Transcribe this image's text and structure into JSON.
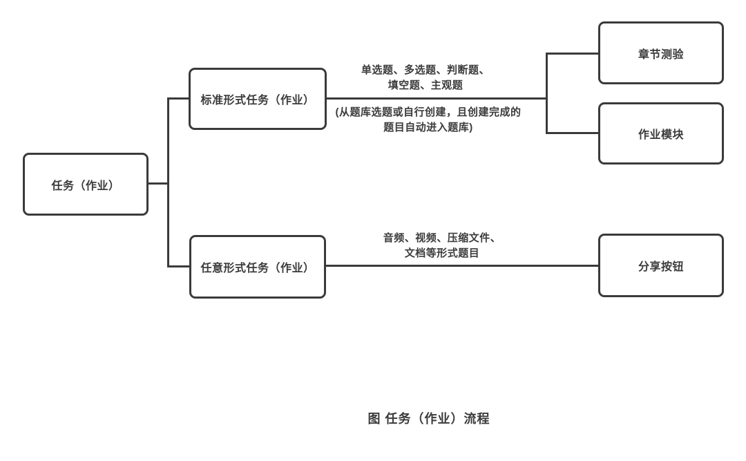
{
  "diagram": {
    "caption": "图 任务（作业）流程",
    "nodes": {
      "task": {
        "label": "任务（作业）"
      },
      "standard": {
        "label": "标准形式任务（作业）"
      },
      "arbitrary": {
        "label": "任意形式任务（作业）"
      },
      "chapter_quiz": {
        "label": "章节测验"
      },
      "homework_module": {
        "label": "作业模块"
      },
      "share_button": {
        "label": "分享按钮"
      }
    },
    "edge_labels": {
      "standard_above_line1": "单选题、多选题、判断题、",
      "standard_above_line2": "填空题、主观题",
      "standard_below_line1": "(从题库选题或自行创建，且创建完成的",
      "standard_below_line2": "题目自动进入题库)",
      "arbitrary_above_line1": "音频、视频、压缩文件、",
      "arbitrary_above_line2": "文档等形式题目"
    },
    "colors": {
      "line": "#3a3a3a",
      "text": "#3b3b3b",
      "box_fill": "#ffffff",
      "background": "#ffffff"
    }
  }
}
